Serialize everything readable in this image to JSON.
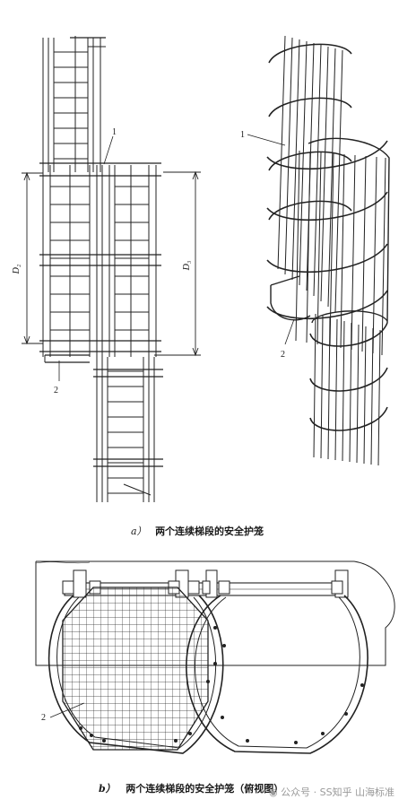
{
  "figure_a": {
    "label": "a）",
    "caption": "两个连续梯段的安全护笼",
    "left_view": {
      "callout_1": "1",
      "callout_2": "2",
      "dim_left": "D₂",
      "dim_right": "D₃"
    },
    "right_view": {
      "callout_1": "1",
      "callout_2": "2"
    }
  },
  "figure_b": {
    "label": "b）",
    "caption": "两个连续梯段的安全护笼（俯视图）",
    "callout_2": "2"
  },
  "watermark": {
    "text": "公众号 · SS知乎 山海标准"
  }
}
